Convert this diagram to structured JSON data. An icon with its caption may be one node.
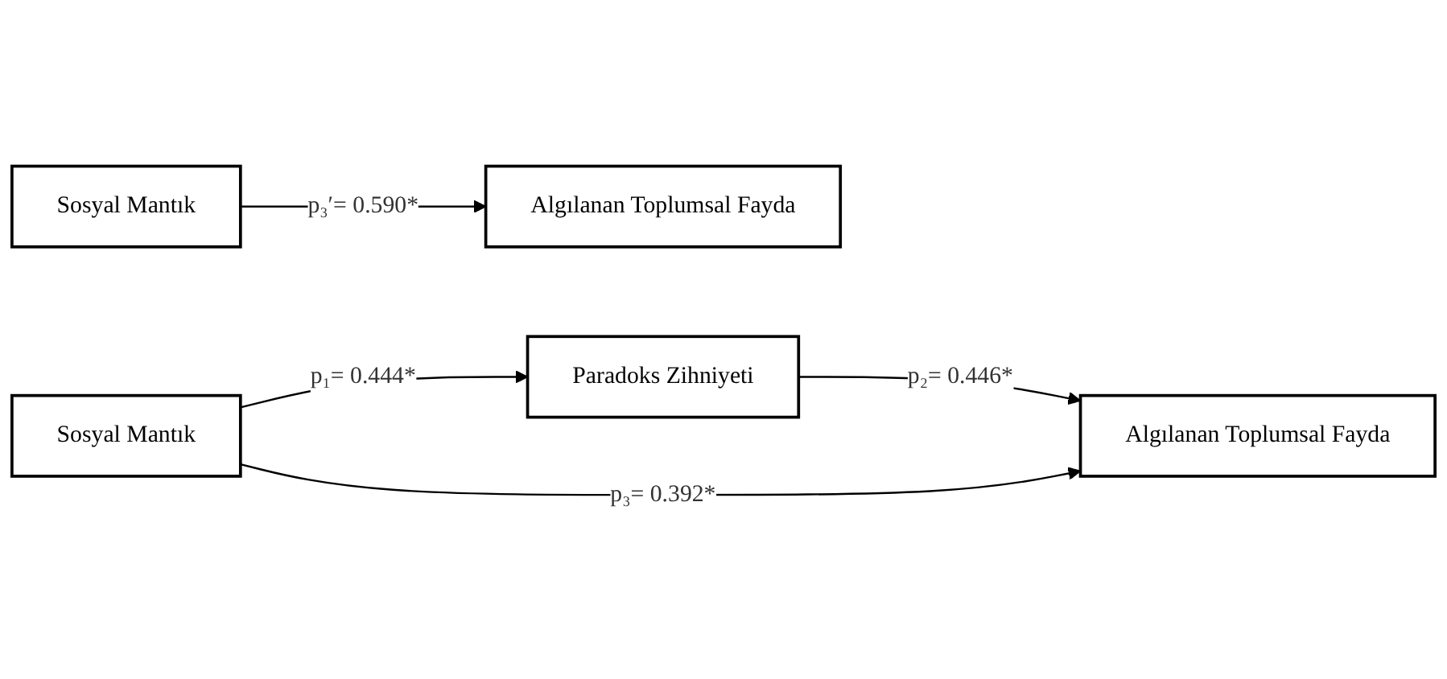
{
  "diagram": {
    "nodes": [
      {
        "text": [
          "Sosyal Mantık"
        ]
      },
      {
        "text": [
          "Algılanan Toplumsal Fayda"
        ]
      },
      {
        "text": [
          "Paradoks Zihniyeti"
        ]
      },
      {
        "text": [
          "Sosyal Mantık"
        ]
      },
      {
        "text": [
          "Algılanan Toplumsal Fayda"
        ]
      }
    ],
    "edges": [
      {
        "from": 0,
        "to": 1,
        "arrow": "to",
        "label": "p₃′= 0.590*"
      },
      {
        "from": 3,
        "to": 2,
        "arrow": "to",
        "label": "p₁= 0.444*"
      },
      {
        "from": 2,
        "to": 4,
        "arrow": "to",
        "label": "p₂= 0.446*"
      },
      {
        "from": 3,
        "to": 4,
        "arrow": "to",
        "label": "p₃= 0.392*"
      }
    ]
  }
}
